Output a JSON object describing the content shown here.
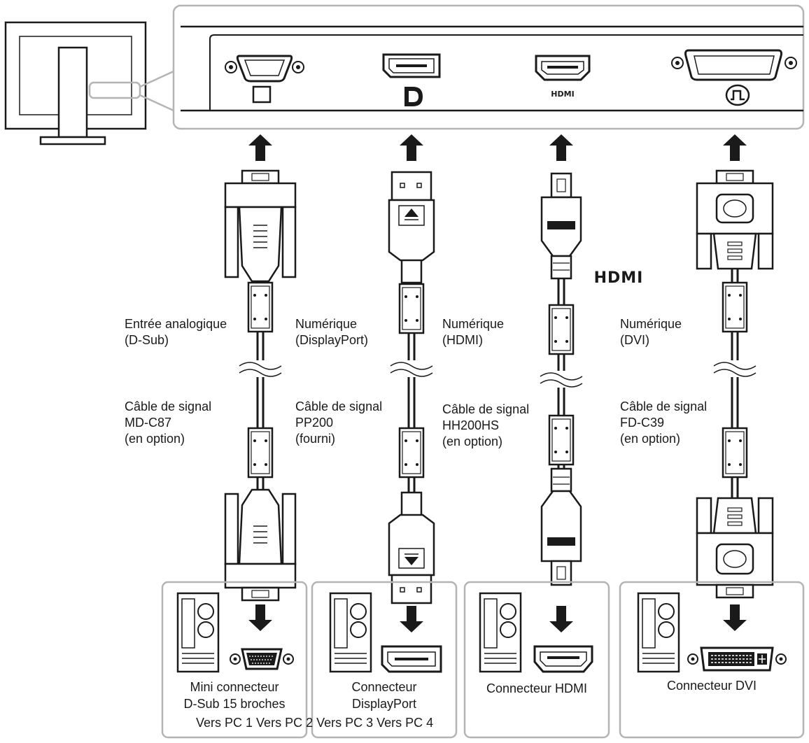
{
  "ports": [
    {
      "icon": "vga-port-icon",
      "symbol": "analog-input-icon"
    },
    {
      "icon": "displayport-port-icon",
      "symbol": "displayport-logo-icon"
    },
    {
      "icon": "hdmi-port-icon",
      "symbol_text": "HDMI"
    },
    {
      "icon": "dvi-port-icon",
      "symbol": "digital-input-icon"
    }
  ],
  "cables": [
    {
      "signal": [
        "Entrée analogique",
        "(D-Sub)"
      ],
      "cable": [
        "Câble de signal",
        "MD-C87",
        "(en option)"
      ]
    },
    {
      "signal": [
        "Numérique",
        "(DisplayPort)"
      ],
      "cable": [
        "Câble de signal",
        "PP200",
        "(fourni)"
      ]
    },
    {
      "signal": [
        "Numérique",
        "(HDMI)"
      ],
      "cable": [
        "Câble de signal",
        "HH200HS",
        "(en option)"
      ]
    },
    {
      "signal": [
        "Numérique",
        "(DVI)"
      ],
      "cable": [
        "Câble de signal",
        "FD-C39",
        "(en option)"
      ]
    }
  ],
  "hdmi_logo": "HDMI",
  "pc_connectors": [
    [
      "Mini connecteur",
      "D-Sub 15 broches"
    ],
    [
      "Connecteur",
      "DisplayPort"
    ],
    [
      "Connecteur HDMI"
    ],
    [
      "Connecteur DVI"
    ]
  ],
  "pc_targets": [
    "Vers PC 1",
    "Vers PC 2",
    "Vers PC 3",
    "Vers PC 4"
  ],
  "colors": {
    "line": "#1a1a1a",
    "panel_border": "#b4b4b4",
    "fill": "#ffffff"
  }
}
